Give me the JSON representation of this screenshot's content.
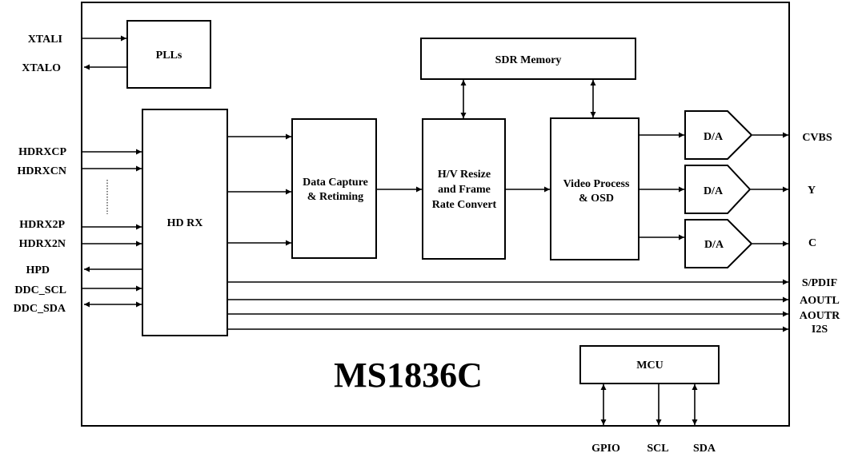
{
  "chip": {
    "name": "MS1836C"
  },
  "blocks": {
    "plls": "PLLs",
    "hdrx": "HD RX",
    "capture": [
      "Data Capture",
      "& Retiming"
    ],
    "resize": [
      "H/V Resize",
      "and Frame",
      "Rate Convert"
    ],
    "sdr": "SDR Memory",
    "video": [
      "Video Process",
      "& OSD"
    ],
    "da": [
      "D/A",
      "D/A",
      "D/A"
    ],
    "mcu": "MCU"
  },
  "left_pins": {
    "xtali": "XTALI",
    "xtalo": "XTALO",
    "hdrxcp": "HDRXCP",
    "hdrxcn": "HDRXCN",
    "hdrx2p": "HDRX2P",
    "hdrx2n": "HDRX2N",
    "hpd": "HPD",
    "ddc_scl": "DDC_SCL",
    "ddc_sda": "DDC_SDA"
  },
  "right_pins": {
    "cvbs": "CVBS",
    "y": "Y",
    "c": "C",
    "spdif": "S/PDIF",
    "aoutl": "AOUTL",
    "aoutr": "AOUTR",
    "i2s": "I2S"
  },
  "bottom_pins": {
    "gpio": "GPIO",
    "scl": "SCL",
    "sda": "SDA"
  }
}
